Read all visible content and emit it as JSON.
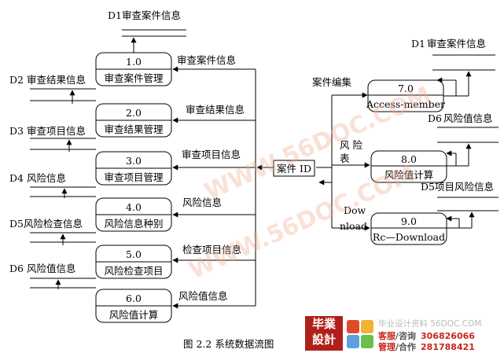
{
  "caption": "图 2.2  系统数据流图",
  "center_entity": "案件 ID",
  "left_processes": [
    {
      "id": "1.0",
      "name": "审查案件管理",
      "flow_in": "审查案件信息",
      "store_id": "D1",
      "store_name": "审查案件信息"
    },
    {
      "id": "2.0",
      "name": "审查结果管理",
      "flow_in": "审查结果信息",
      "store_id": "D2",
      "store_name": "审查结果信息"
    },
    {
      "id": "3.0",
      "name": "审查项目管理",
      "flow_in": "审查项目信息",
      "store_id": "D3",
      "store_name": "审查项目信息"
    },
    {
      "id": "4.0",
      "name": "风险信息种别",
      "flow_in": "风险信息",
      "store_id": "D4",
      "store_name": "风险信息"
    },
    {
      "id": "5.0",
      "name": "风险检查项目",
      "flow_in": "检查项目信息",
      "store_id": "D5",
      "store_name": "风险检查信息"
    },
    {
      "id": "6.0",
      "name": "风险值计算",
      "flow_in": "风险值信息",
      "store_id": "D6",
      "store_name": "风险值信息"
    }
  ],
  "right_processes": [
    {
      "id": "7.0",
      "name": "Access-member",
      "flow_label": "案件编集",
      "store_id": "D1",
      "store_name": "审查案件信息"
    },
    {
      "id": "8.0",
      "name": "风险值计算",
      "flow_label_line1": "风 险",
      "flow_label_line2": "表",
      "store_id": "D6",
      "store_name": "风险值信息"
    },
    {
      "id": "9.0",
      "name": "Rc—Download",
      "flow_label_line1": "Dow",
      "flow_label_line2": "nload",
      "store_id": "D5",
      "store_name": "项目风险信息"
    }
  ],
  "watermark_text": "WWW.56DOC.COM",
  "footer": {
    "logo_line1": "毕業",
    "logo_line2": "設計",
    "site": "毕业设计资料 56DOC.COM",
    "service_label": "客服",
    "service_label2": "/咨询",
    "service_number": "306826066",
    "manage_label": "管理",
    "manage_label2": "/合作",
    "manage_number": "281788421"
  }
}
